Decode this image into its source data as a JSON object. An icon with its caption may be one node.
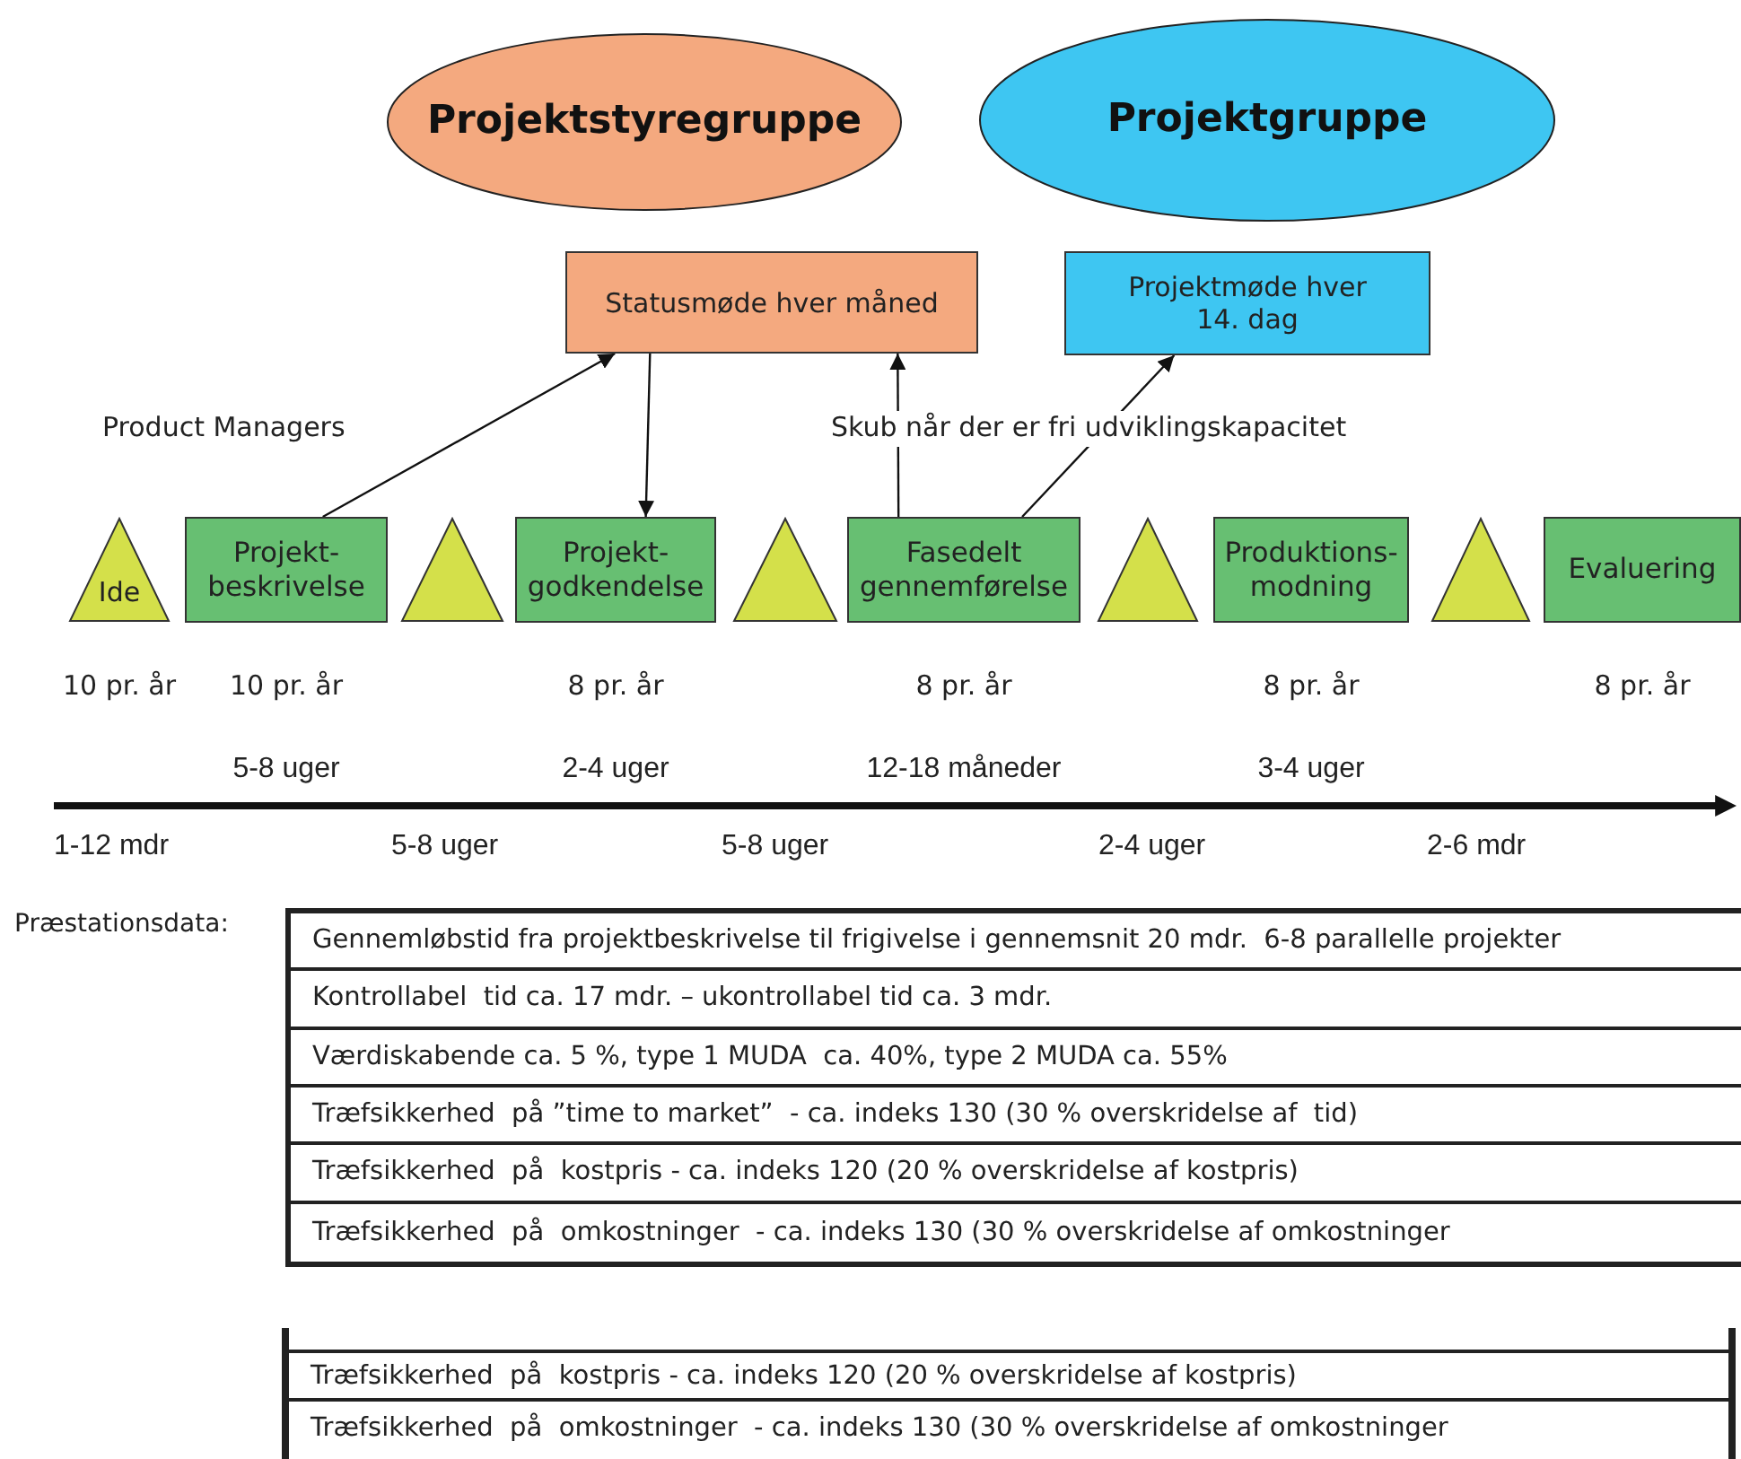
{
  "diagram": {
    "nodes": [
      {
        "text": [
          "Projektstyregruppe"
        ]
      },
      {
        "text": [
          "Projektgruppe"
        ]
      },
      {
        "text": [
          "Statusmøde hver måned"
        ]
      },
      {
        "text": [
          "Projektmøde hver 14. dag"
        ]
      },
      {
        "text": [
          "Ide"
        ],
        "beside": [
          "10 pr. år"
        ]
      },
      {
        "text": [
          "Projekt-beskrivelse"
        ],
        "beside": [
          "10 pr. år",
          "5-8 uger"
        ]
      },
      {
        "text": [],
        "shape": "triangle"
      },
      {
        "text": [
          "Projekt-godkendelse"
        ],
        "beside": [
          "8 pr. år",
          "2-4 uger"
        ]
      },
      {
        "text": [],
        "shape": "triangle"
      },
      {
        "text": [
          "Fasedelt gennemførelse"
        ],
        "beside": [
          "8 pr. år",
          "12-18 måneder"
        ]
      },
      {
        "text": [],
        "shape": "triangle"
      },
      {
        "text": [
          "Produktions-modning"
        ],
        "beside": [
          "8 pr. år",
          "3-4 uger"
        ]
      },
      {
        "text": [],
        "shape": "triangle"
      },
      {
        "text": [
          "Evaluering"
        ],
        "beside": [
          "8 pr. år"
        ]
      }
    ],
    "edges": [
      {
        "from": 5,
        "to": 2,
        "arrow": "to"
      },
      {
        "from": 2,
        "to": 7,
        "arrow": "to"
      },
      {
        "from": 9,
        "to": 2,
        "arrow": "to"
      },
      {
        "from": 9,
        "to": 3,
        "arrow": "to"
      }
    ],
    "labels": [
      "Product Managers",
      "Skub når der er fri udviklingskapacitet",
      "1-12 mdr",
      "5-8 uger",
      "5-8 uger",
      "2-4 uger",
      "2-6 mdr",
      "Præstationsdata:",
      "Gennemløbstid fra projektbeskrivelse til frigivelse i gennemsnit 20 mdr.  6-8 parallelle projekter",
      "Kontrollabel  tid ca. 17 mdr. – ukontrollabel tid ca. 3 mdr.",
      "Værdiskabende ca. 5 %, type 1 MUDA  ca. 40%, type 2 MUDA ca. 55%",
      "Træfsikkerhed  på ”time to market”  - ca. indeks 130 (30 % overskridelse af  tid)",
      "Træfsikkerhed  på  kostpris - ca. indeks 120 (20 % overskridelse af kostpris)",
      "Træfsikkerhed  på  omkostninger  - ca. indeks 130 (30 % overskridelse af omkostninger",
      "Træfsikkerhed  på  kostpris - ca. indeks 120 (20 % overskridelse af kostpris)",
      "Træfsikkerhed  på  omkostninger  - ca. indeks 130 (30 % overskridelse af omkostninger"
    ]
  }
}
